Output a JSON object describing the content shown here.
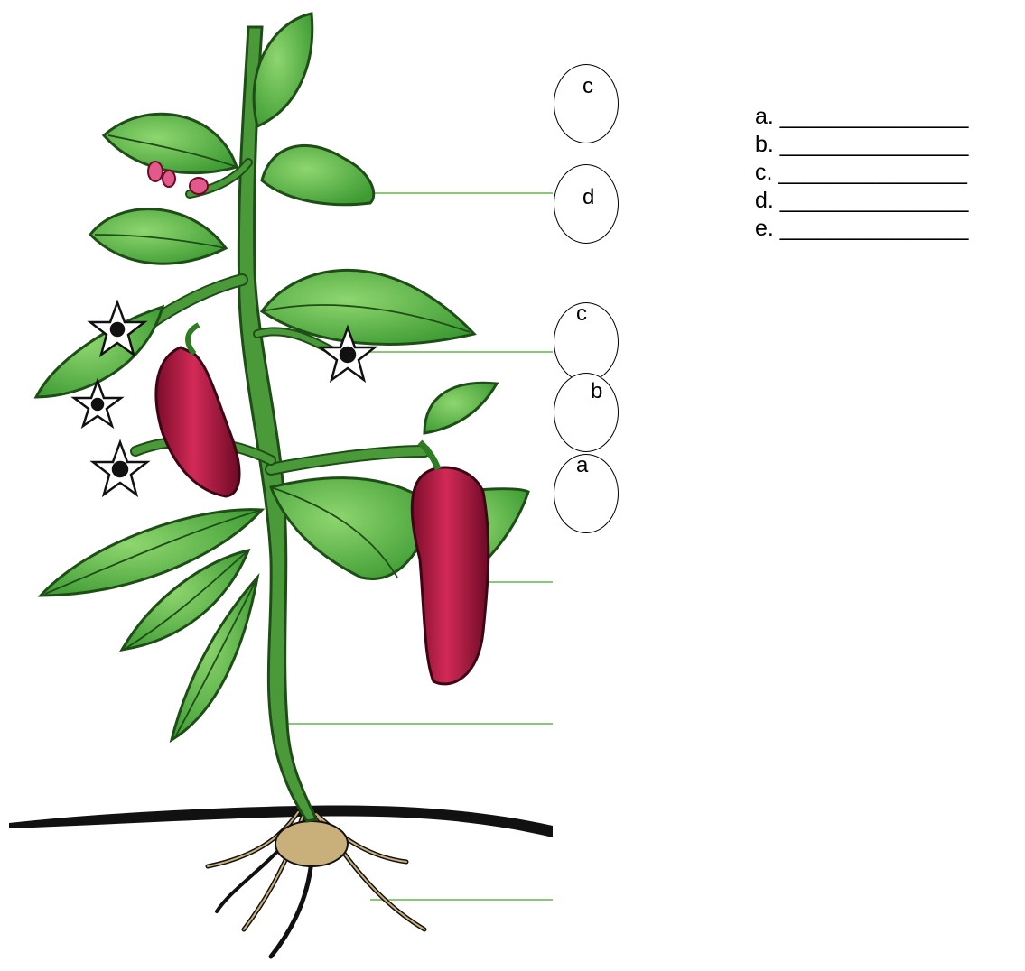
{
  "title": "",
  "labels": [
    "c",
    "d",
    "c",
    "b",
    "a"
  ],
  "answer_lines": [
    "a. _______________",
    "b. _______________",
    "c. _______________",
    "d. _______________",
    "e. _______________"
  ],
  "colors": {
    "leaf": "#5cb84a",
    "leaf_dark": "#2f7d23",
    "stem": "#4b9a3a",
    "pepper": "#b0163f",
    "pepper_dark": "#6d0a25",
    "flower": "#ffffff",
    "bud": "#e25a8c",
    "root": "#c9b07a",
    "ground": "#111111",
    "leader_line": "#8bc77a"
  }
}
